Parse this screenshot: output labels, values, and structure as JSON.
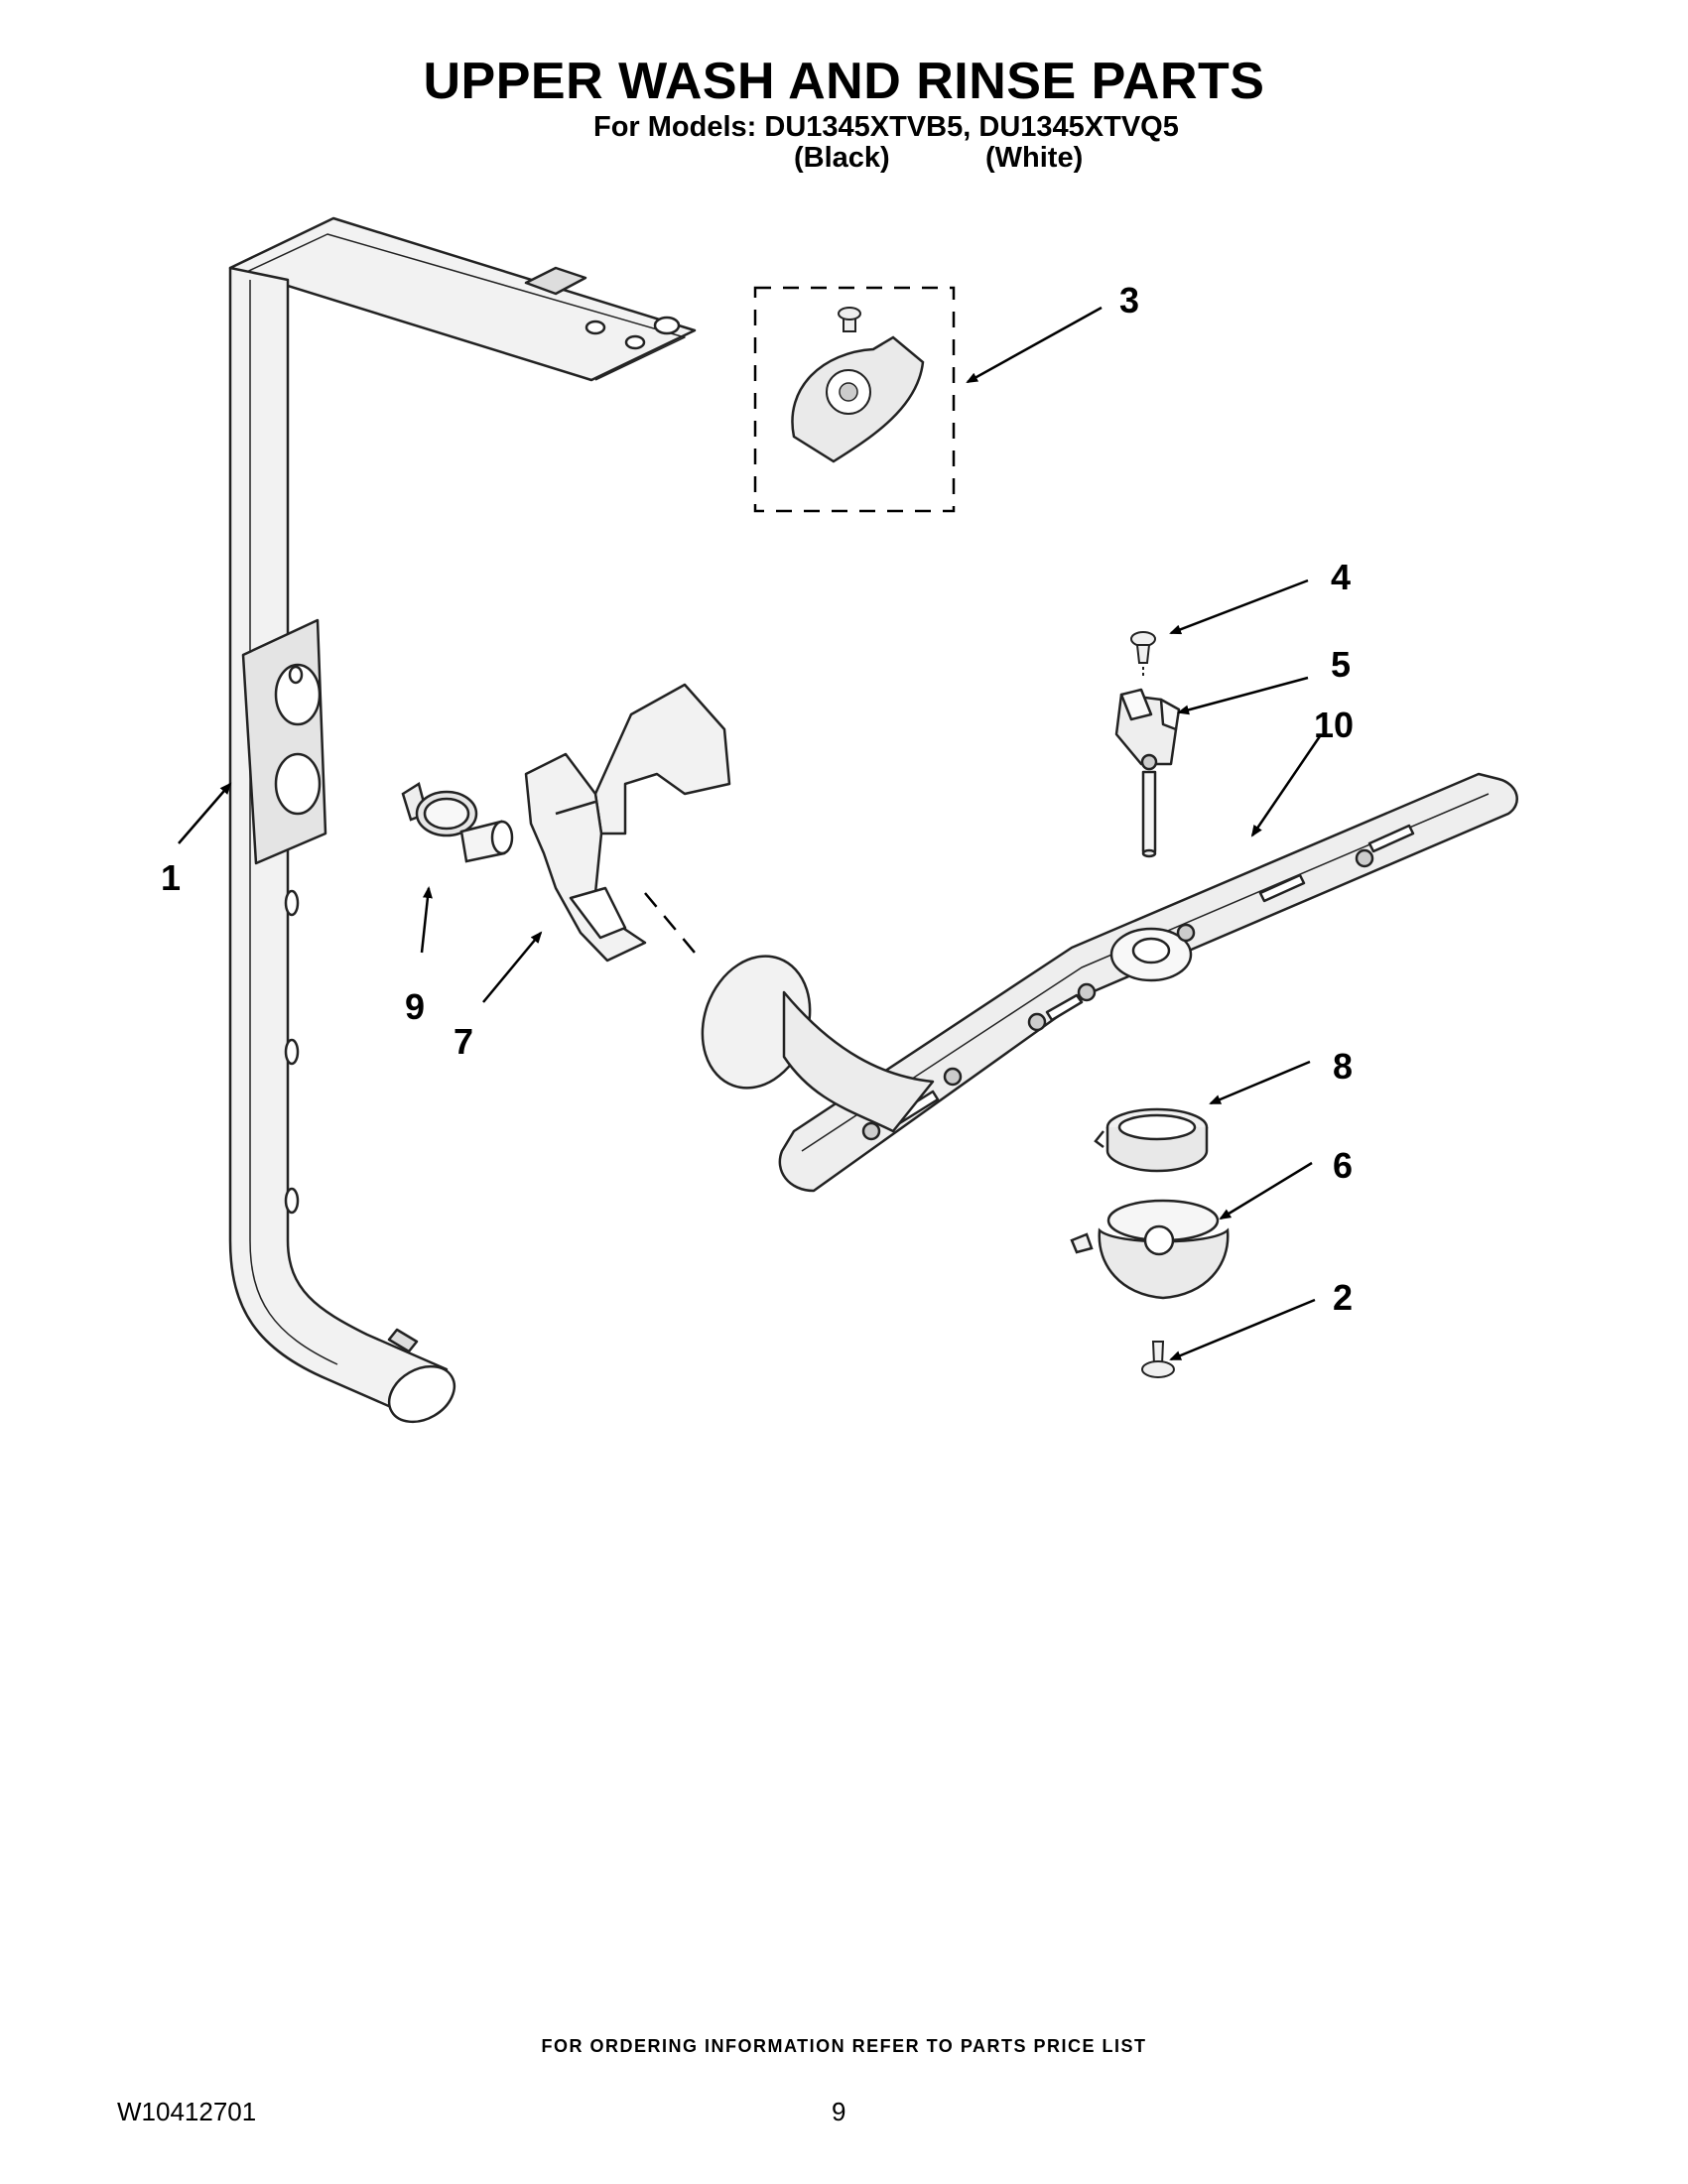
{
  "header": {
    "title": "UPPER WASH AND RINSE PARTS",
    "models_line": "For Models: DU1345XTVB5, DU1345XTVQ5",
    "color_black": "(Black)",
    "color_white": "(White)"
  },
  "diagram": {
    "parts": [
      {
        "number": "1",
        "part": "upper-supply-tube"
      },
      {
        "number": "2",
        "part": "screw"
      },
      {
        "number": "3",
        "part": "spray-arm-bearing-kit"
      },
      {
        "number": "4",
        "part": "screw"
      },
      {
        "number": "5",
        "part": "spray-arm-clip"
      },
      {
        "number": "6",
        "part": "spray-arm-manifold"
      },
      {
        "number": "7",
        "part": "manifold-bracket"
      },
      {
        "number": "8",
        "part": "bearing-ring"
      },
      {
        "number": "9",
        "part": "connector-valve"
      },
      {
        "number": "10",
        "part": "upper-spray-arm"
      }
    ]
  },
  "footer": {
    "ordering_note": "FOR ORDERING INFORMATION REFER TO PARTS PRICE LIST",
    "doc_number": "W10412701",
    "page_number": "9"
  }
}
